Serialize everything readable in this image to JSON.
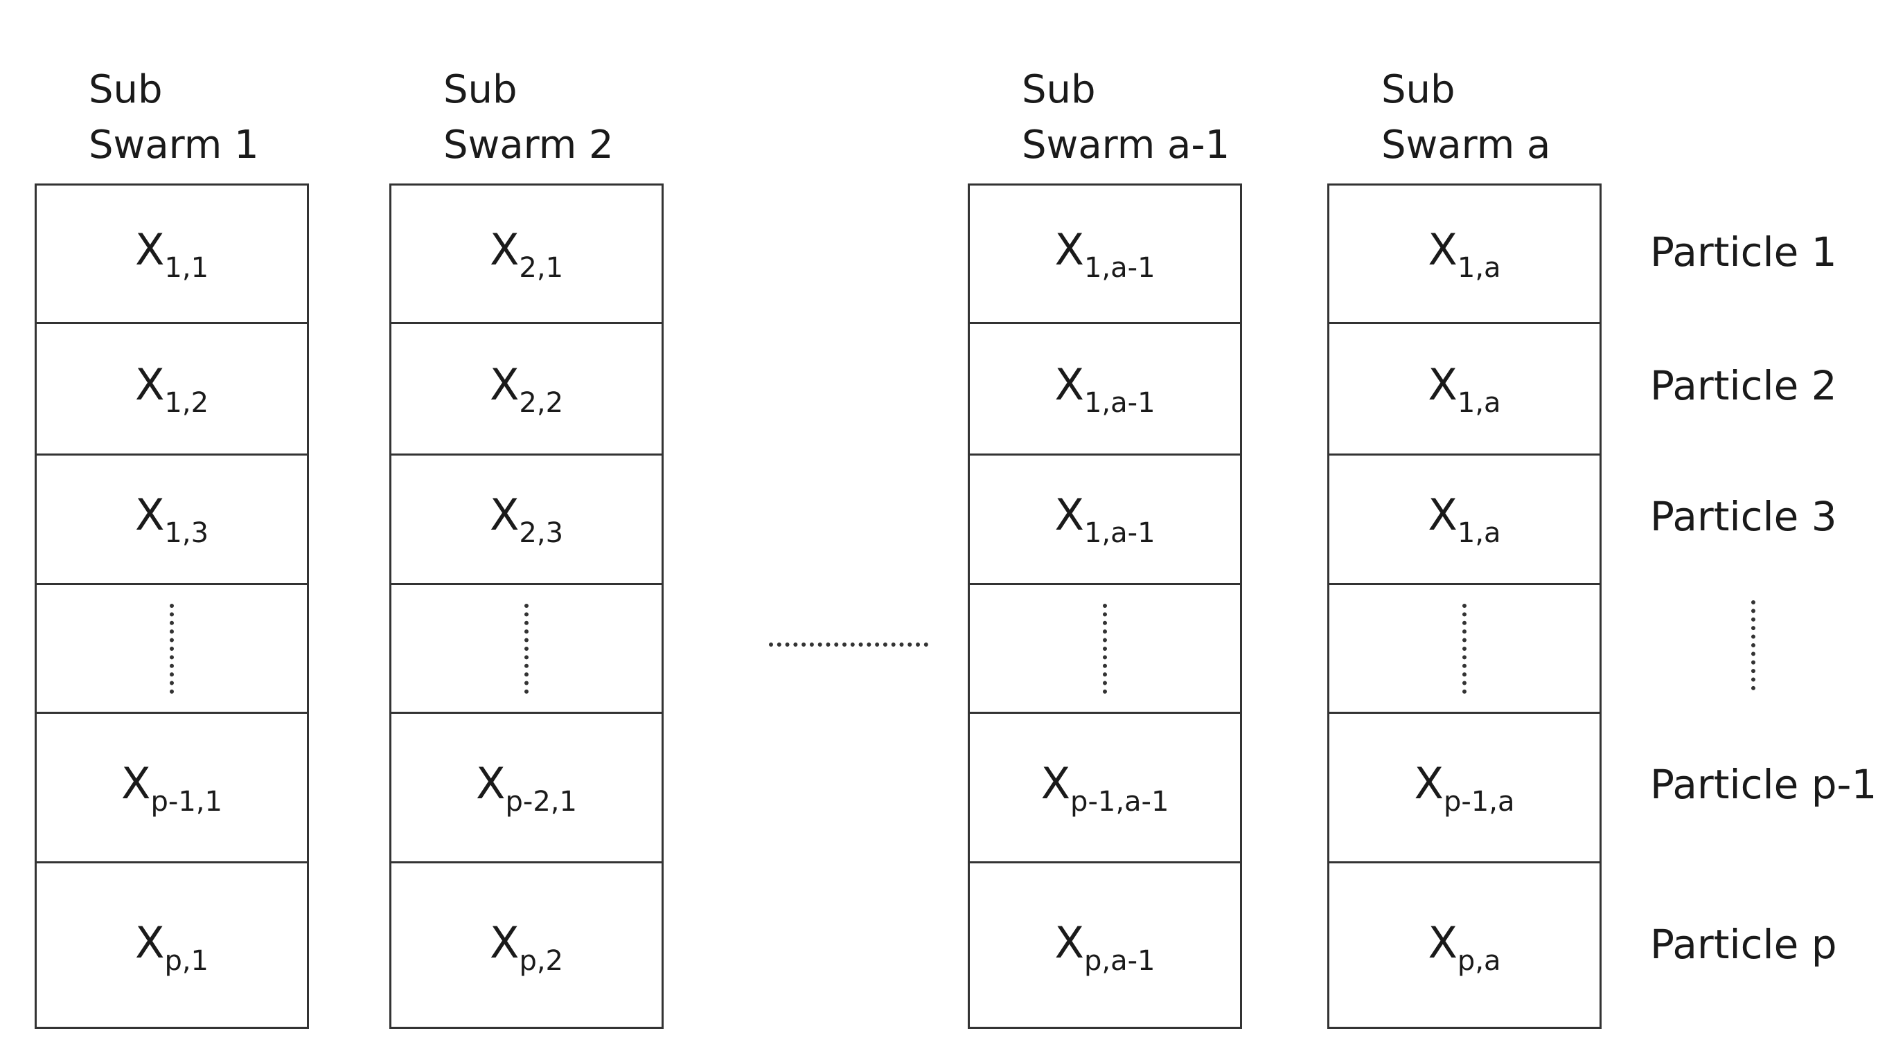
{
  "columns": [
    {
      "header": [
        "Sub",
        "Swarm 1"
      ],
      "cells": [
        {
          "base": "X",
          "sub": "1,1"
        },
        {
          "base": "X",
          "sub": "1,2"
        },
        {
          "base": "X",
          "sub": "1,3"
        },
        {
          "ellipsis": true
        },
        {
          "base": "X",
          "sub": "p-1,1"
        },
        {
          "base": "X",
          "sub": "p,1"
        }
      ]
    },
    {
      "header": [
        "Sub",
        "Swarm 2"
      ],
      "cells": [
        {
          "base": "X",
          "sub": "2,1"
        },
        {
          "base": "X",
          "sub": "2,2"
        },
        {
          "base": "X",
          "sub": "2,3"
        },
        {
          "ellipsis": true
        },
        {
          "base": "X",
          "sub": "p-2,1"
        },
        {
          "base": "X",
          "sub": "p,2"
        }
      ]
    },
    {
      "header": [
        "Sub",
        "Swarm a-1"
      ],
      "cells": [
        {
          "base": "X",
          "sub": "1,a-1"
        },
        {
          "base": "X",
          "sub": "1,a-1"
        },
        {
          "base": "X",
          "sub": "1,a-1"
        },
        {
          "ellipsis": true
        },
        {
          "base": "X",
          "sub": "p-1,a-1"
        },
        {
          "base": "X",
          "sub": "p,a-1"
        }
      ]
    },
    {
      "header": [
        "Sub",
        "Swarm a"
      ],
      "cells": [
        {
          "base": "X",
          "sub": "1,a"
        },
        {
          "base": "X",
          "sub": "1,a"
        },
        {
          "base": "X",
          "sub": "1,a"
        },
        {
          "ellipsis": true
        },
        {
          "base": "X",
          "sub": "p-1,a"
        },
        {
          "base": "X",
          "sub": "p,a"
        }
      ]
    }
  ],
  "row_labels": [
    "Particle 1",
    "Particle 2",
    "Particle 3",
    "",
    "Particle p-1",
    "Particle p"
  ]
}
